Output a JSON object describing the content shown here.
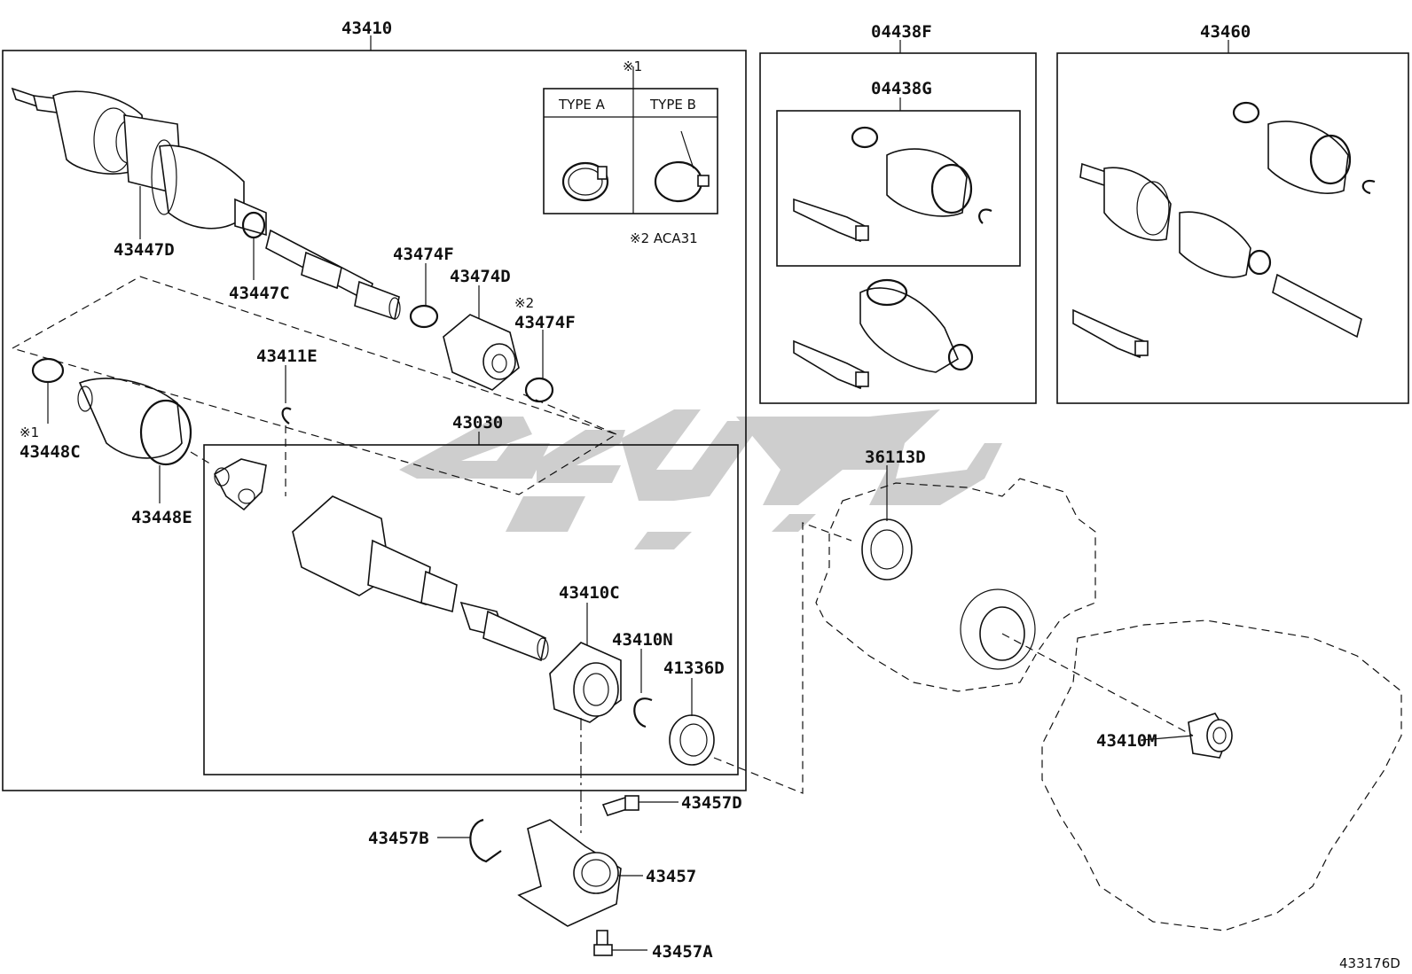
{
  "labels": {
    "l43410": "43410",
    "l04438F": "04438F",
    "l04438G": "04438G",
    "l43460": "43460",
    "l43447D": "43447D",
    "l43447C": "43447C",
    "l43474F_a": "43474F",
    "l43474D": "43474D",
    "l43474F_b": "43474F",
    "l43411E": "43411E",
    "l43448C": "43448C",
    "l43448E": "43448E",
    "l43030": "43030",
    "l43410C": "43410C",
    "l43410N": "43410N",
    "l41336D": "41336D",
    "l36113D": "36113D",
    "l43410M": "43410M",
    "l43457D": "43457D",
    "l43457B": "43457B",
    "l43457": "43457",
    "l43457A": "43457A",
    "note1_mark": "※1",
    "note1_mark_b": "※1",
    "note2_mark": "※2",
    "note2_text": "※2 ACA31",
    "type_a": "TYPE A",
    "type_b": "TYPE B",
    "diagram_id": "433176D"
  },
  "watermark": {
    "color": "#c9c9c9"
  }
}
